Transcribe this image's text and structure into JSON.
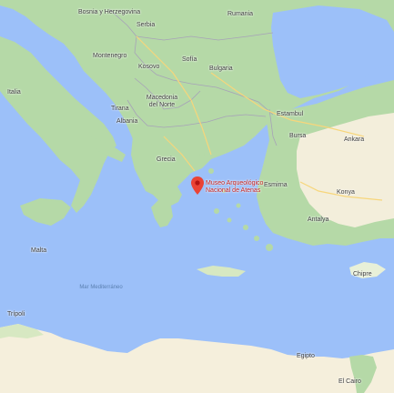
{
  "map": {
    "colors": {
      "water": "#9cc0f9",
      "land_green": "#b5d9a7",
      "land_light": "#e8f0d8",
      "land_sand": "#f5efdc",
      "border": "#a7a2b8",
      "road": "#f7d67b",
      "marker": "#ea4335"
    },
    "labels": {
      "bosnia": "Bosnia y Herzegovina",
      "serbia": "Serbia",
      "rumania": "Rumania",
      "montenegro": "Montenegro",
      "kosovo": "Kosovo",
      "bulgaria": "Bulgaria",
      "macedonia": "Macedonia del Norte",
      "albania": "Albania",
      "tirana": "Tirana",
      "sofia": "Sofía",
      "estambul": "Estambul",
      "bursa": "Bursa",
      "ankara": "Ankara",
      "grecia": "Grecia",
      "izmir": "Esmirna",
      "konya": "Konya",
      "antalya": "Antalya",
      "italia": "Italia",
      "malta": "Malta",
      "mar": "Mar Mediterráneo",
      "chipre": "Chipre",
      "tripoli": "Trípoli",
      "egipto": "Egipto",
      "el_cairo": "El Cairo"
    },
    "pin_label": "Museo Arqueológico Nacional de Atenas",
    "pin_icon": "location-pin-icon"
  }
}
